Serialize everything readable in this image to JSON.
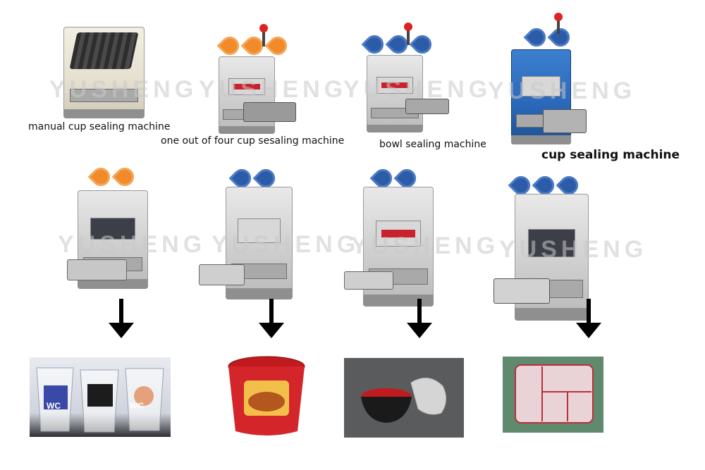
{
  "watermark": "YUSHENG",
  "captions": {
    "manual": "manual cup sealing machine",
    "one_of_four": "one out of four cup sesaling machine",
    "bowl": "bowl sealing machine",
    "cup": "cup sealing machine"
  },
  "colors": {
    "handle_orange": "#f08a2a",
    "handle_blue": "#2c5ca8",
    "machine_blue": "#2a67b8",
    "panel_red": "#c8232c",
    "arrow": "#000000"
  },
  "products": {
    "cups": [
      "WC",
      "WC",
      ""
    ],
    "noodle_bowl": "",
    "black_bowl": "",
    "compartment_tray": ""
  }
}
